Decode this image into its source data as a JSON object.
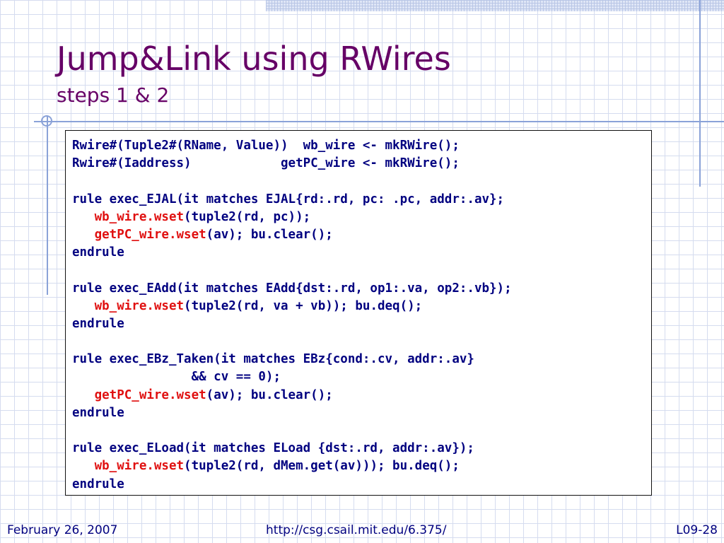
{
  "slide": {
    "title": "Jump&Link using RWires",
    "subtitle": "steps 1 & 2"
  },
  "code": {
    "lines": [
      [
        {
          "t": "Rwire#(Tuple2#(RName, Value))  wb_wire <- mkRWire();"
        }
      ],
      [
        {
          "t": "Rwire#(Iaddress)            getPC_wire <- mkRWire();"
        }
      ],
      [
        {
          "t": ""
        }
      ],
      [
        {
          "t": "rule exec_EJAL(it matches EJAL{rd:.rd, pc: .pc, addr:.av};"
        }
      ],
      [
        {
          "t": "   "
        },
        {
          "t": "wb_wire.wset",
          "hl": true
        },
        {
          "t": "(tuple2(rd, pc));"
        }
      ],
      [
        {
          "t": "   "
        },
        {
          "t": "getPC_wire.wset",
          "hl": true
        },
        {
          "t": "(av); bu.clear();"
        }
      ],
      [
        {
          "t": "endrule"
        }
      ],
      [
        {
          "t": ""
        }
      ],
      [
        {
          "t": "rule exec_EAdd(it matches EAdd{dst:.rd, op1:.va, op2:.vb});"
        }
      ],
      [
        {
          "t": "   "
        },
        {
          "t": "wb_wire.wset",
          "hl": true
        },
        {
          "t": "(tuple2(rd, va + vb)); bu.deq();"
        }
      ],
      [
        {
          "t": "endrule"
        }
      ],
      [
        {
          "t": ""
        }
      ],
      [
        {
          "t": "rule exec_EBz_Taken(it matches EBz{cond:.cv, addr:.av}"
        }
      ],
      [
        {
          "t": "                && cv == 0);"
        }
      ],
      [
        {
          "t": "   "
        },
        {
          "t": "getPC_wire.wset",
          "hl": true
        },
        {
          "t": "(av); bu.clear();"
        }
      ],
      [
        {
          "t": "endrule"
        }
      ],
      [
        {
          "t": ""
        }
      ],
      [
        {
          "t": "rule exec_ELoad(it matches ELoad {dst:.rd, addr:.av});"
        }
      ],
      [
        {
          "t": "   "
        },
        {
          "t": "wb_wire.wset",
          "hl": true
        },
        {
          "t": "(tuple2(rd, dMem.get(av))); bu.deq();"
        }
      ],
      [
        {
          "t": "endrule"
        }
      ]
    ]
  },
  "footer": {
    "date": "February 26, 2007",
    "url": "http://csg.csail.mit.edu/6.375/",
    "page": "L09-28"
  },
  "colors": {
    "title": "#660066",
    "code": "#000080",
    "highlight": "#e01010",
    "footer": "#000080",
    "grid": "#d5dcef",
    "accent_lines": "#8aa2d8"
  }
}
